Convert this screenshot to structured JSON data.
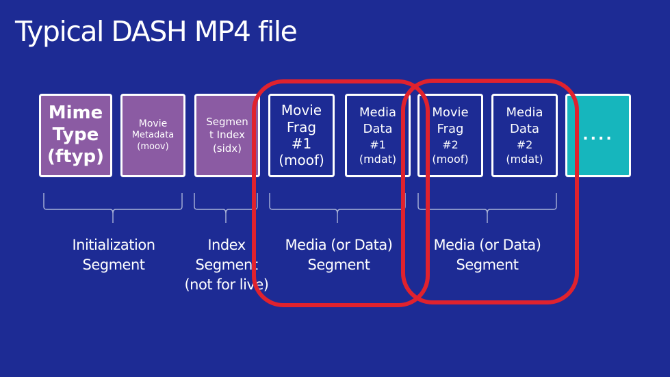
{
  "title": "Typical DASH MP4 file",
  "boxes": [
    {
      "lines": [
        "Mime",
        "Type",
        "(ftyp)"
      ],
      "color": "#8b5ba3"
    },
    {
      "lines": [
        "Movie",
        "Metadata",
        "(moov)"
      ],
      "color": "#8b5ba3"
    },
    {
      "lines": [
        "Segmen",
        "t Index",
        "(sidx)"
      ],
      "color": "#8b5ba3"
    },
    {
      "lines": [
        "Movie",
        "Frag",
        "#1",
        "(moof)"
      ],
      "color": "#1d2b94"
    },
    {
      "lines": [
        "Media",
        "Data",
        "#1",
        "(mdat)"
      ],
      "color": "#1d2b94"
    },
    {
      "lines": [
        "Movie",
        "Frag",
        "#2",
        "(moof)"
      ],
      "color": "#1d2b94"
    },
    {
      "lines": [
        "Media",
        "Data",
        "#2",
        "(mdat)"
      ],
      "color": "#1d2b94"
    },
    {
      "lines": [
        "...."
      ],
      "color": "#16b6bd"
    }
  ],
  "segments": [
    {
      "lines": [
        "Initialization",
        "Segment"
      ]
    },
    {
      "lines": [
        "Index",
        "Segment",
        "(not for live)"
      ]
    },
    {
      "lines": [
        "Media (or Data)",
        "Segment"
      ]
    },
    {
      "lines": [
        "Media (or Data)",
        "Segment"
      ]
    }
  ],
  "colors": {
    "background": "#1d2b94",
    "purple_box": "#8b5ba3",
    "teal_box": "#16b6bd",
    "highlight": "#e0222e"
  }
}
